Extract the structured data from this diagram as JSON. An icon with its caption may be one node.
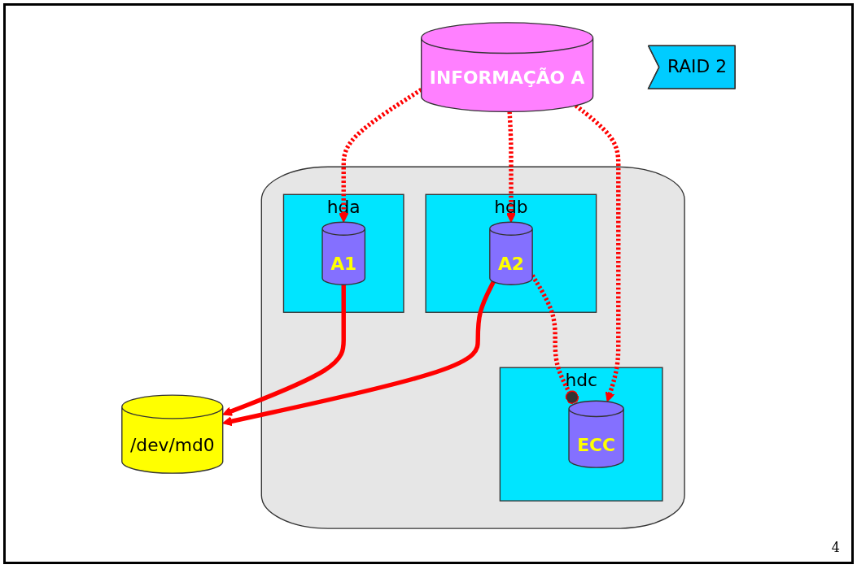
{
  "diagram": {
    "nodes": [
      {
        "text": [
          "INFORMAÇÃO A"
        ]
      },
      {
        "text": [
          "RAID 2"
        ]
      },
      {
        "text": [
          "/dev/md0"
        ]
      },
      {
        "text": [],
        "shape": "cylinder"
      },
      {
        "text": [
          "hda"
        ],
        "in": 3
      },
      {
        "text": [
          "A1"
        ],
        "in": 4
      },
      {
        "text": [
          "hdb"
        ],
        "in": 3
      },
      {
        "text": [
          "A2"
        ],
        "in": 6
      },
      {
        "text": [
          "hdc"
        ],
        "in": 3
      },
      {
        "text": [
          "ECC"
        ],
        "in": 8
      }
    ],
    "edges": [
      {
        "from": 0,
        "to": 5,
        "arrow": "to",
        "style": "dashed"
      },
      {
        "from": 0,
        "to": 7,
        "arrow": "to",
        "style": "dashed"
      },
      {
        "from": 0,
        "to": 9,
        "arrow": "to",
        "style": "dashed"
      },
      {
        "from": 5,
        "to": 2,
        "arrow": "to"
      },
      {
        "from": 7,
        "to": 2,
        "arrow": "to"
      },
      {
        "from": 7,
        "to": 9,
        "arrow": "other",
        "style": "dashed"
      }
    ],
    "labels": [
      "4"
    ]
  }
}
